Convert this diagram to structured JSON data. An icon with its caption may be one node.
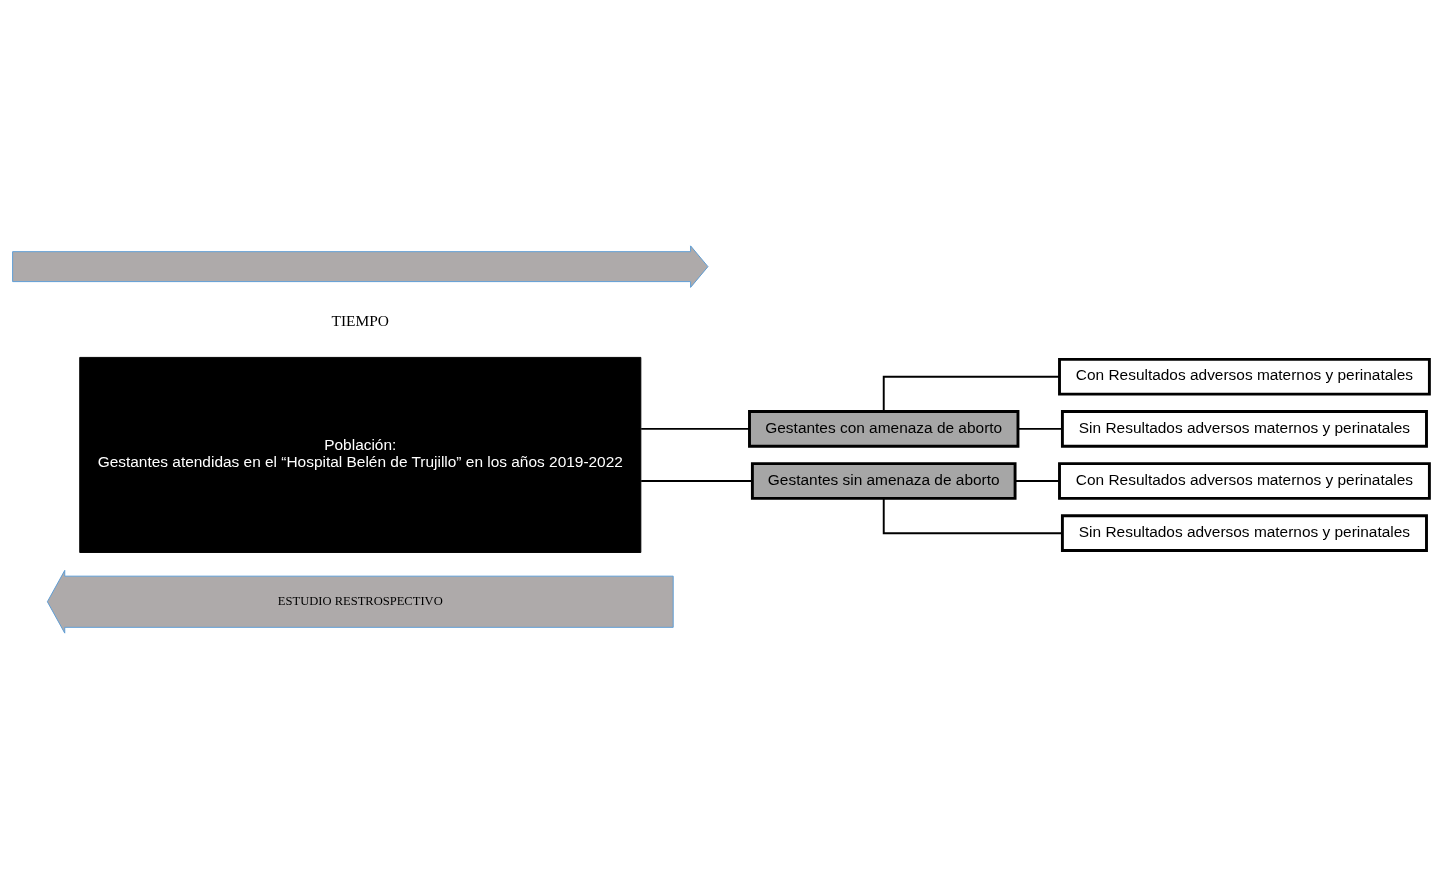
{
  "diagram": {
    "nodes": [
      {
        "text": [
          "ESTUDIO RESTROSPECTIVO"
        ]
      },
      {
        "text": [
          "Población:",
          "Gestantes atendidas en el “Hospital Belén de Trujillo” en los años 2019-2022"
        ]
      },
      {
        "text": [
          "Gestantes con amenaza de aborto"
        ]
      },
      {
        "text": [
          "Con Resultados adversos maternos y perinatales"
        ]
      },
      {
        "text": [
          "Sin Resultados adversos maternos y perinatales"
        ]
      },
      {
        "text": [
          "Gestantes sin amenaza de aborto"
        ]
      },
      {
        "text": [
          "Con Resultados adversos maternos y perinatales"
        ]
      },
      {
        "text": [
          "Sin Resultados adversos maternos y perinatales"
        ]
      },
      {
        "text": [],
        "shape": "arrow"
      }
    ],
    "edges": [
      {
        "from": 1,
        "to": 2,
        "arrow": "none"
      },
      {
        "from": 1,
        "to": 5,
        "arrow": "none"
      },
      {
        "from": 2,
        "to": 3,
        "arrow": "none"
      },
      {
        "from": 2,
        "to": 4,
        "arrow": "none"
      },
      {
        "from": 5,
        "to": 6,
        "arrow": "none"
      },
      {
        "from": 5,
        "to": 7,
        "arrow": "none"
      }
    ],
    "labels": [
      "TIEMPO"
    ]
  }
}
